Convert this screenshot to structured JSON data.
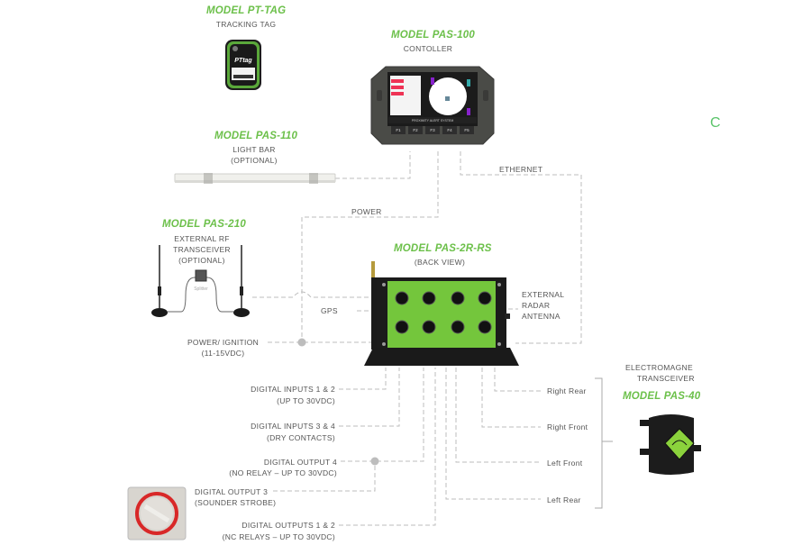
{
  "components": {
    "pt_tag": {
      "model": "MODEL PT-TAG",
      "desc": "TRACKING TAG",
      "device_label": "PTtag"
    },
    "pas_100": {
      "model": "MODEL PAS-100",
      "desc": "CONTOLLER",
      "screen_title": "PROXIMITY ALERT SYSTEM",
      "function_keys": [
        "F1",
        "F2",
        "F3",
        "F4",
        "F5"
      ]
    },
    "pas_110": {
      "model": "MODEL PAS-110",
      "desc_line1": "LIGHT BAR",
      "desc_line2": "(OPTIONAL)"
    },
    "pas_210": {
      "model": "MODEL PAS-210",
      "desc_line1": "EXTERNAL  RF",
      "desc_line2": "TRANSCEIVER",
      "desc_line3": "(OPTIONAL)",
      "splitter_label": "Splitter"
    },
    "pas_2r_rs": {
      "model": "MODEL PAS-2R-RS",
      "desc": "(BACK VIEW)"
    },
    "pas_40x": {
      "model": "MODEL PAS-40",
      "desc_line1": "ELECTROMAGNE",
      "desc_line2": "TRANSCEIVER"
    },
    "strobe": {
      "name": "sounder strobe button"
    }
  },
  "connections": {
    "ethernet": "ETHERNET",
    "power": "POWER",
    "gps": "GPS",
    "ext_radar_line1": "EXTERNAL",
    "ext_radar_line2": "RADAR",
    "ext_radar_line3": "ANTENNA",
    "power_ignition_line1": "POWER/ IGNITION",
    "power_ignition_line2": "(11-15VDC)",
    "din12_line1": "DIGITAL INPUTS 1 & 2",
    "din12_line2": "(UP TO 30VDC)",
    "din34_line1": "DIGITAL INPUTS 3 & 4",
    "din34_line2": "(DRY CONTACTS)",
    "dout4_line1": "DIGITAL OUTPUT 4",
    "dout4_line2": "(NO RELAY – UP TO 30VDC)",
    "dout3_line1": "DIGITAL OUTPUT 3",
    "dout3_line2": "(SOUNDER STROBE)",
    "dout12_line1": "DIGITAL OUTPUTS 1 & 2",
    "dout12_line2": "(NC RELAYS – UP TO 30VDC)"
  },
  "sensors": [
    "Right Rear",
    "Right Front",
    "Left Front",
    "Left Rear"
  ],
  "colors": {
    "brand_green": "#6cc04a",
    "wire": "#b8b8b8",
    "text": "#555555"
  },
  "stray_glyph": "C"
}
